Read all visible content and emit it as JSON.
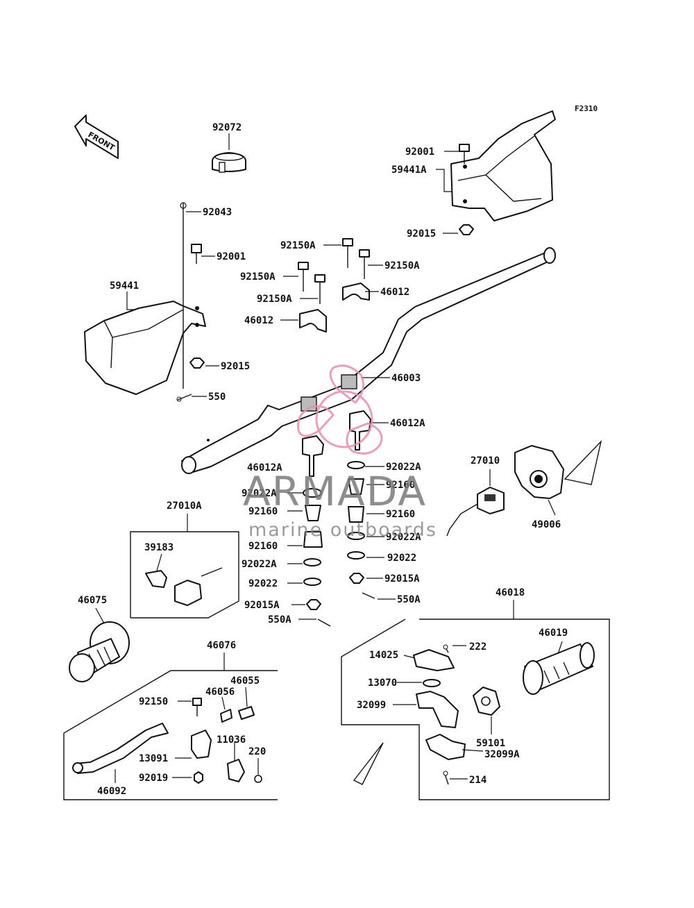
{
  "figure_code": "F2310",
  "front_label": "FRONT",
  "watermark": {
    "brand": "ARMADA",
    "tagline": "marine outboards",
    "logo_color": "#e48fb0"
  },
  "labels": {
    "l92072": "92072",
    "l92001a": "92001",
    "l59441A": "59441A",
    "l92015a": "92015",
    "l92043": "92043",
    "l92001b": "92001",
    "l59441": "59441",
    "l92015b": "92015",
    "l550": "550",
    "l92150A_1": "92150A",
    "l92150A_2": "92150A",
    "l92150A_3": "92150A",
    "l92150A_4": "92150A",
    "l46012_1": "46012",
    "l46012_2": "46012",
    "l46003": "46003",
    "l46012A_r": "46012A",
    "l46012A_l": "46012A",
    "l92022A_r1": "92022A",
    "l92160_r1": "92160",
    "l92022A_l1": "92022A",
    "l92160_l1": "92160",
    "l92160_r2": "92160",
    "l92022A_r2": "92022A",
    "l92160_l2": "92160",
    "l92022A_l2": "92022A",
    "l92022_r": "92022",
    "l92022_l": "92022",
    "l92015A_r": "92015A",
    "l92015A_l": "92015A",
    "l550A_r": "550A",
    "l550A_l": "550A",
    "l27010": "27010",
    "l49006": "49006",
    "l27010A": "27010A",
    "l39183": "39183",
    "l46075": "46075",
    "l46076": "46076",
    "l46055": "46055",
    "l46056": "46056",
    "l92150": "92150",
    "l11036": "11036",
    "l220": "220",
    "l13091": "13091",
    "l92019": "92019",
    "l46092": "46092",
    "l46018": "46018",
    "l222": "222",
    "l46019": "46019",
    "l14025": "14025",
    "l13070": "13070",
    "l32099": "32099",
    "l59101": "59101",
    "l32099A": "32099A",
    "l214": "214"
  }
}
